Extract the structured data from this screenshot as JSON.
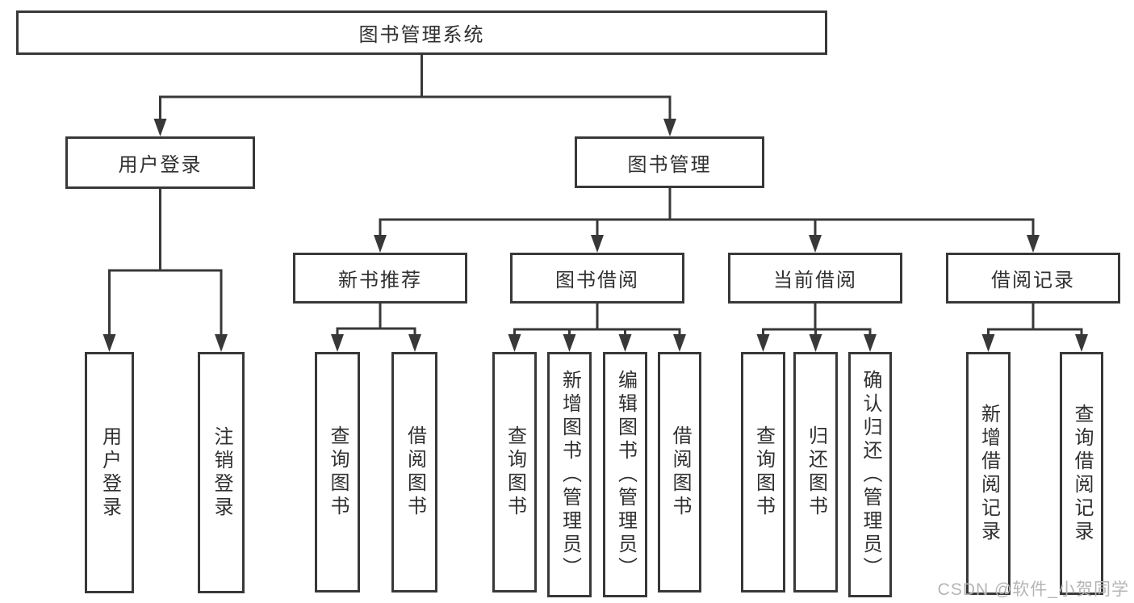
{
  "diagram": {
    "title": "图书管理系统",
    "level1": {
      "user_login": "用户登录",
      "book_mgmt": "图书管理"
    },
    "level2": {
      "new_books": "新书推荐",
      "borrow": "图书借阅",
      "current": "当前借阅",
      "records": "借阅记录"
    },
    "leaves": {
      "user_login": "用户登录",
      "logout": "注销登录",
      "nb_query": "查询图书",
      "nb_borrow": "借阅图书",
      "bb_query": "查询图书",
      "bb_add": "新增图书（管理员）",
      "bb_edit": "编辑图书（管理员）",
      "bb_borrow": "借阅图书",
      "cb_query": "查询图书",
      "cb_return": "归还图书",
      "cb_confirm": "确认归还（管理员）",
      "br_add": "新增借阅记录",
      "br_query": "查询借阅记录"
    },
    "watermark": "CSDN @软件_小贺同学",
    "colors": {
      "line": "#383838",
      "text": "#303030",
      "watermark": "#b5b5b5"
    }
  }
}
